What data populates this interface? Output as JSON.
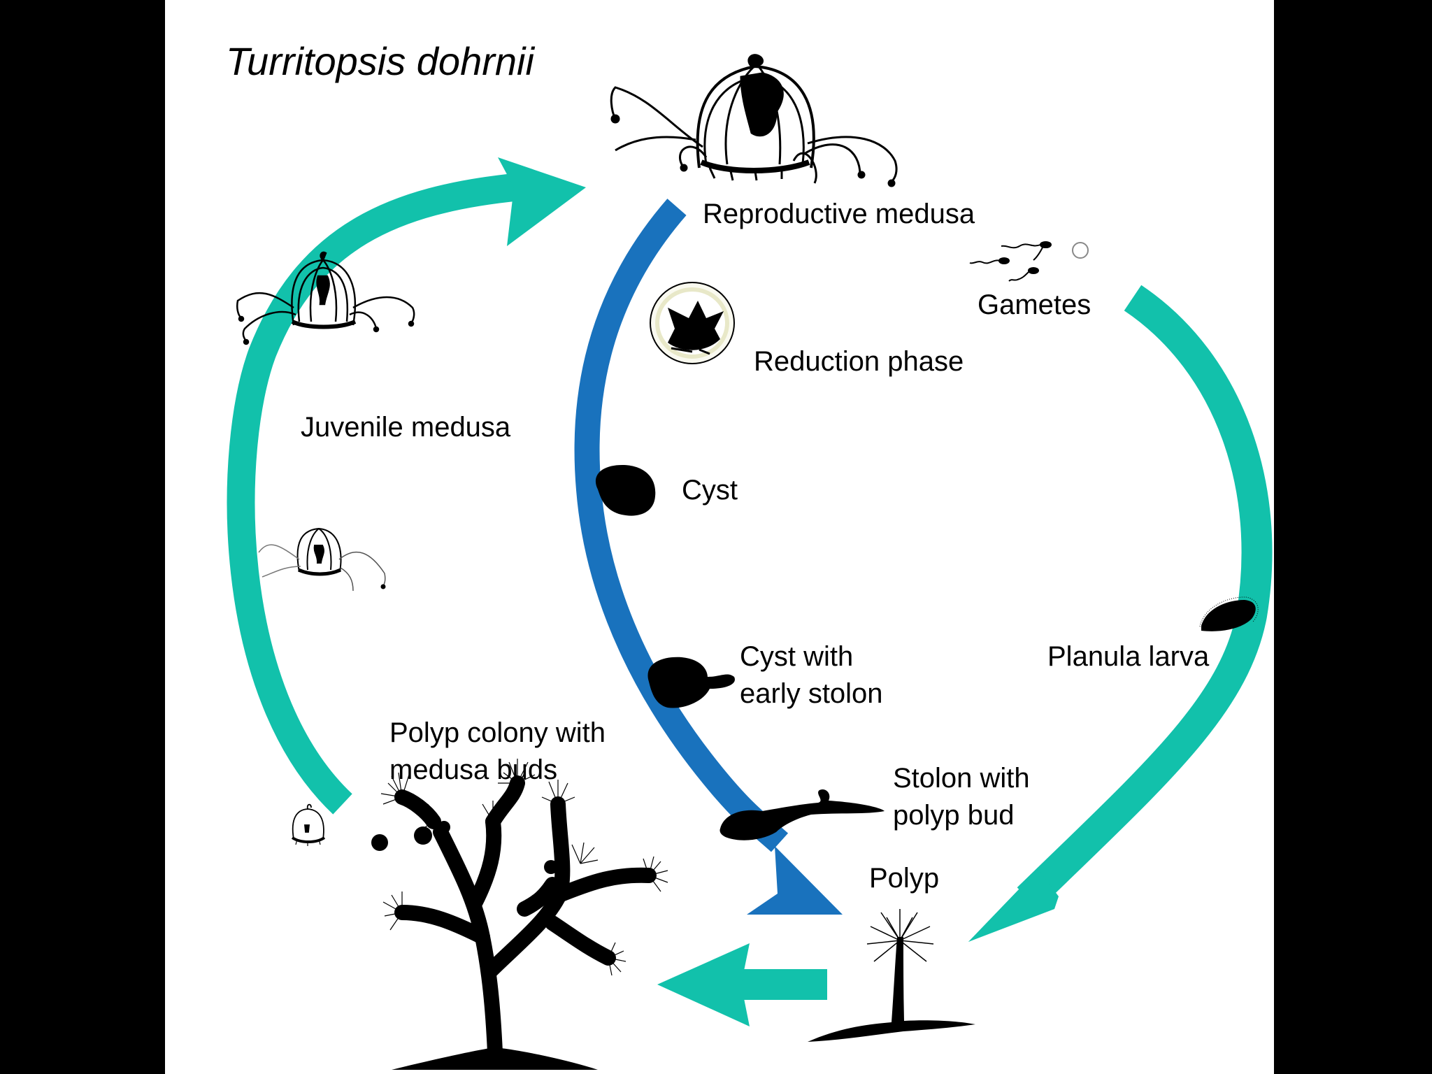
{
  "title": "Turritopsis dohrnii",
  "labels": {
    "reproductive_medusa": "Reproductive medusa",
    "gametes": "Gametes",
    "reduction_phase": "Reduction phase",
    "juvenile_medusa": "Juvenile medusa",
    "cyst": "Cyst",
    "cyst_early_stolon_1": "Cyst with",
    "cyst_early_stolon_2": "early stolon",
    "planula_larva": "Planula larva",
    "polyp_colony_1": "Polyp colony with",
    "polyp_colony_2": "medusa buds",
    "stolon_polyp_bud_1": "Stolon with",
    "stolon_polyp_bud_2": "polyp bud",
    "polyp": "Polyp"
  },
  "colors": {
    "sexual_cycle_arrow": "#12c1ab",
    "reverse_development_arrow": "#1972bd",
    "organism": "#000000",
    "background": "#ffffff",
    "side_bars": "#000000"
  },
  "icons": {
    "reproductive_medusa": "jellyfish-icon",
    "juvenile_medusa": "jellyfish-icon",
    "gametes": "sperm-egg-icon",
    "reduction_phase": "reducing-medusa-icon",
    "cyst": "cyst-blob-icon",
    "planula": "planula-larva-icon",
    "polyp": "polyp-icon",
    "colony": "branching-colony-icon"
  }
}
